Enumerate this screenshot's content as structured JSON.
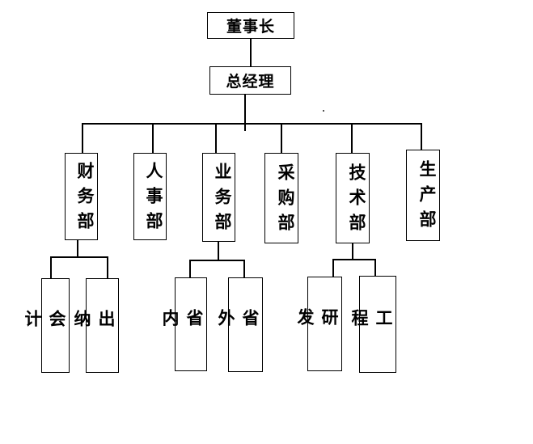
{
  "org_chart": {
    "chairman": "董事长",
    "general_manager": "总经理",
    "departments": {
      "finance": "财务部",
      "hr": "人事部",
      "business": "业务部",
      "purchasing": "采购部",
      "technology": "技术部",
      "production": "生产部"
    },
    "sub_units": {
      "accounting": "会计",
      "cashier": "出纳",
      "in_province": "省内",
      "out_province": "省外",
      "research": "研发",
      "engineering": "工程"
    }
  }
}
